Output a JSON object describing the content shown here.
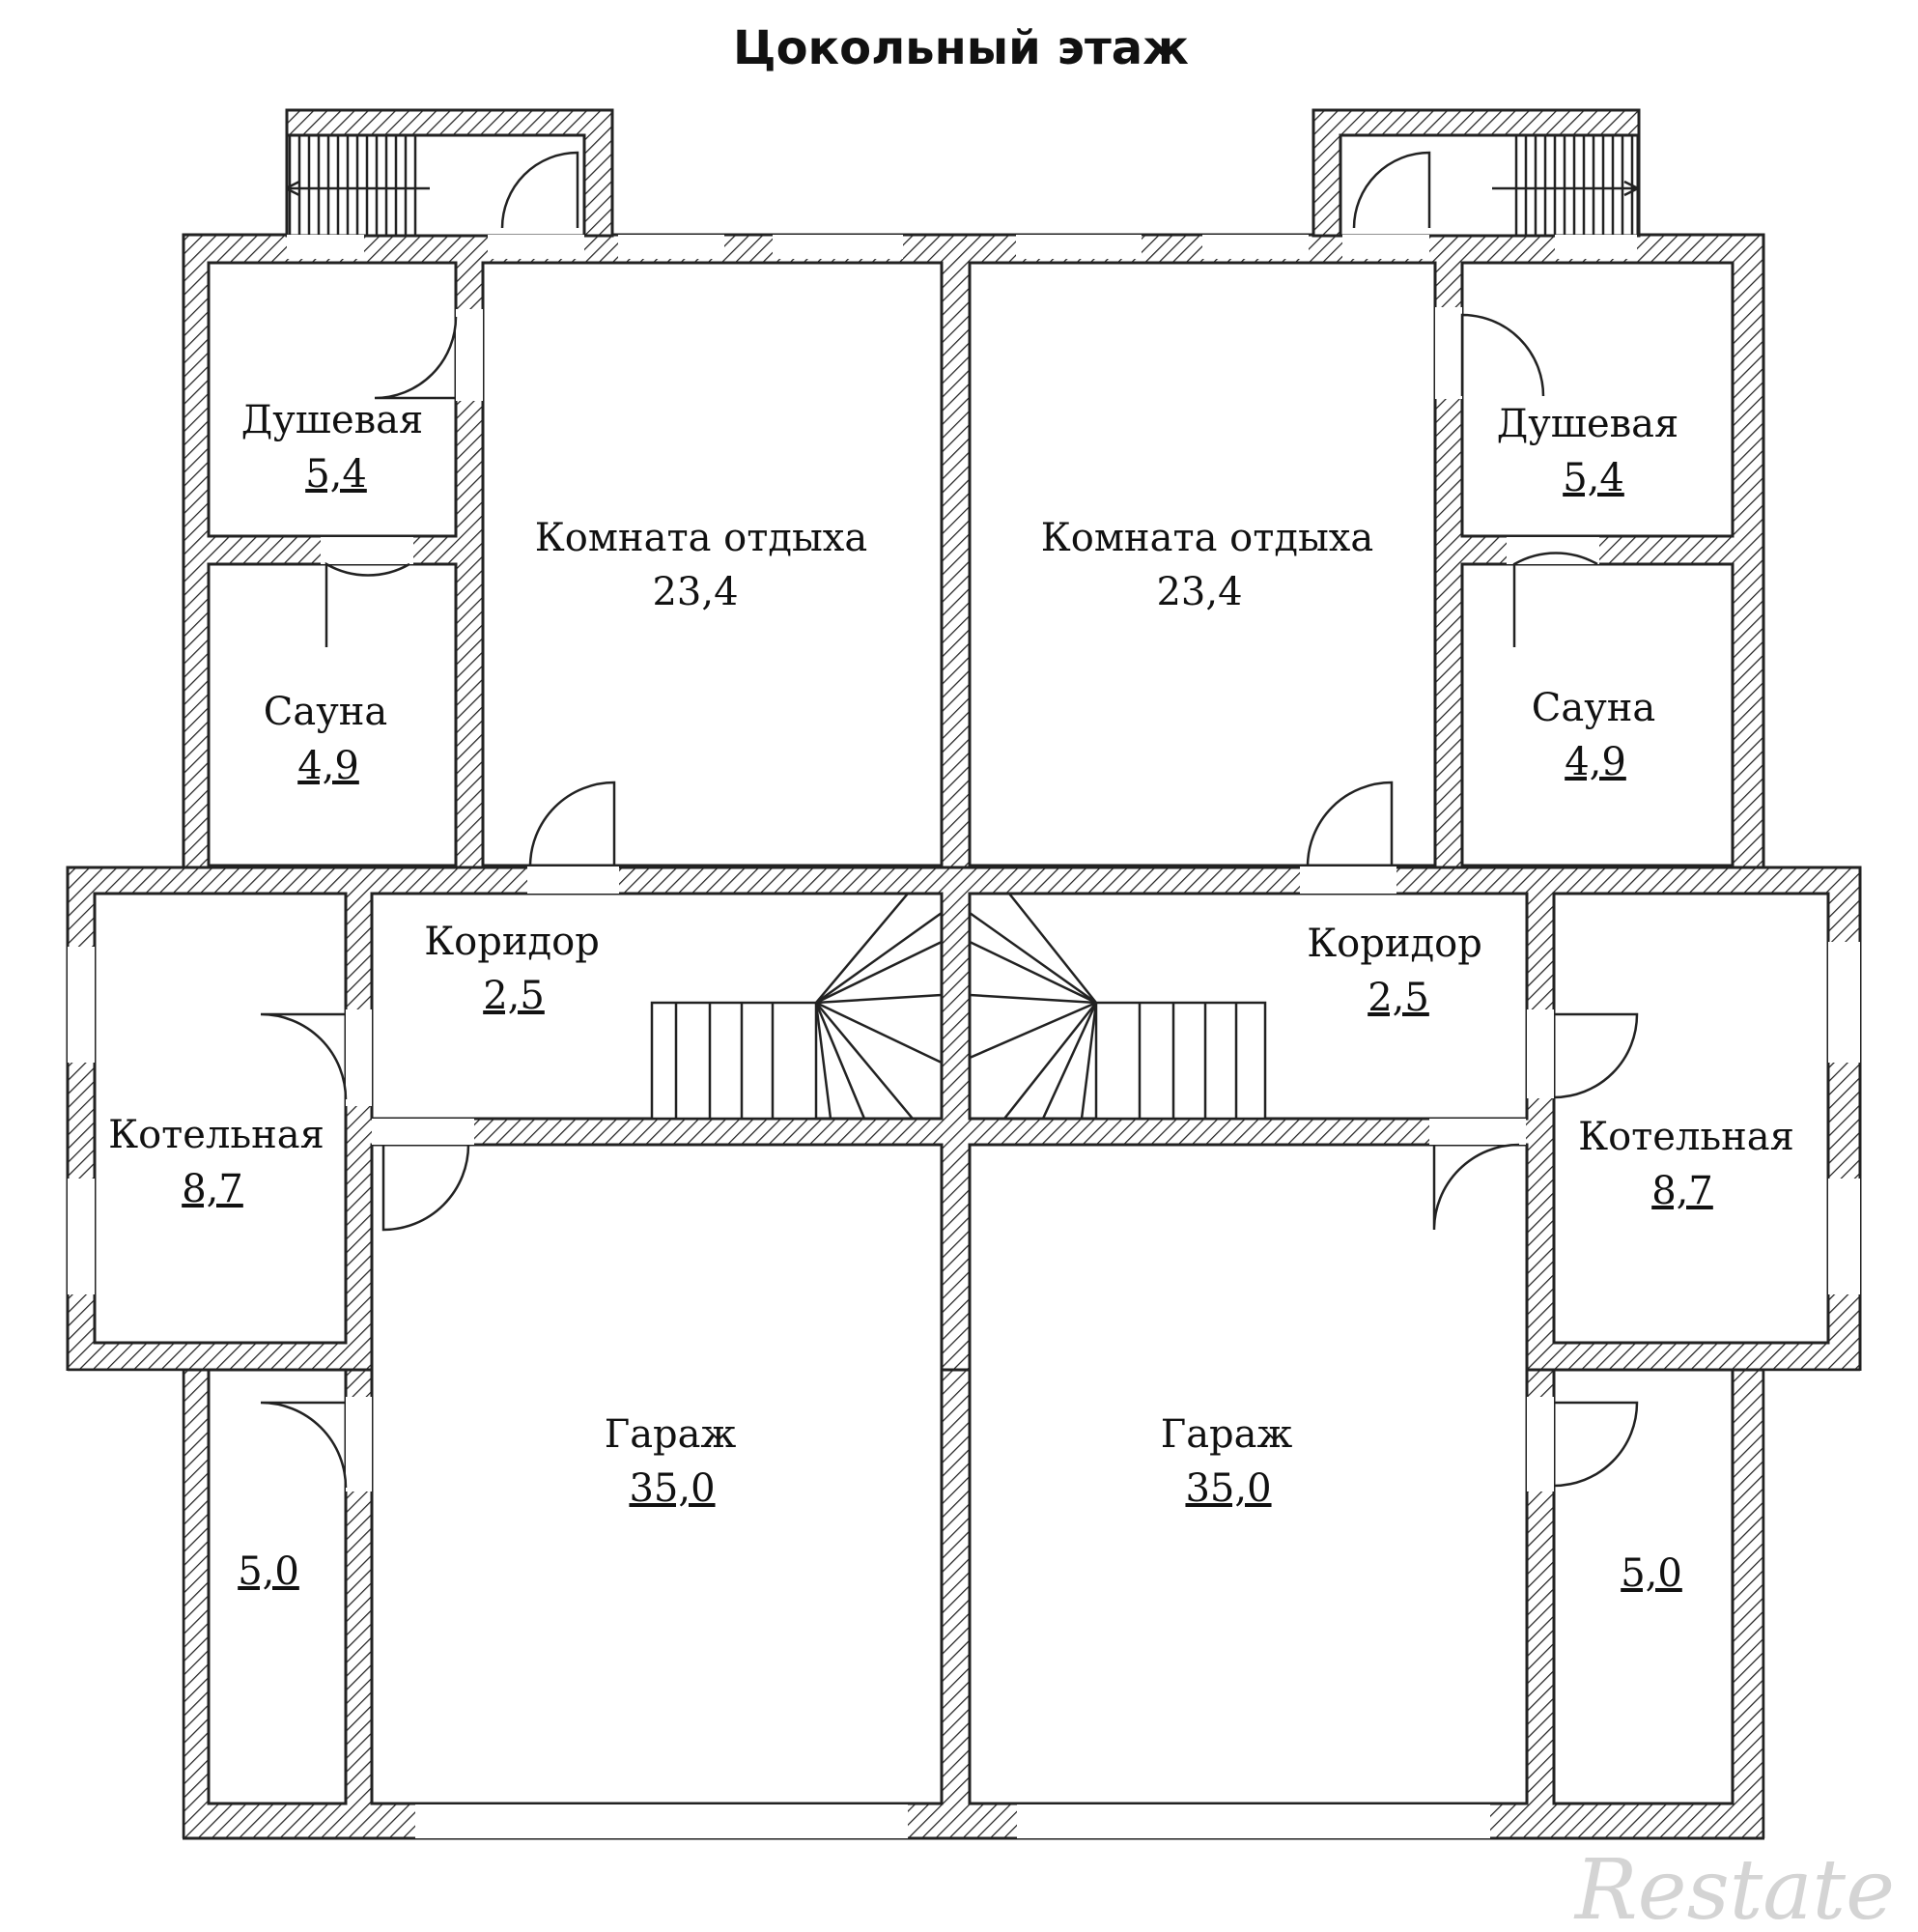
{
  "title": "Цокольный этаж",
  "watermark": "Restate",
  "rooms": {
    "shower_left": {
      "name": "Душевая",
      "area": "5,4"
    },
    "sauna_left": {
      "name": "Сауна",
      "area": "4,9"
    },
    "lounge_left": {
      "name": "Комната отдыха",
      "area": "23,4"
    },
    "lounge_right": {
      "name": "Комната отдыха",
      "area": "23,4"
    },
    "shower_right": {
      "name": "Душевая",
      "area": "5,4"
    },
    "sauna_right": {
      "name": "Сауна",
      "area": "4,9"
    },
    "corridor_left": {
      "name": "Коридор",
      "area": "2,5"
    },
    "corridor_right": {
      "name": "Коридор",
      "area": "2,5"
    },
    "boiler_left": {
      "name": "Котельная",
      "area": "8,7"
    },
    "boiler_right": {
      "name": "Котельная",
      "area": "8,7"
    },
    "garage_left": {
      "name": "Гараж",
      "area": "35,0"
    },
    "garage_right": {
      "name": "Гараж",
      "area": "35,0"
    },
    "storage_left": {
      "area": "5,0"
    },
    "storage_right": {
      "area": "5,0"
    }
  },
  "colors": {
    "wall_line": "#222222",
    "hatch": "#222222",
    "background": "#ffffff",
    "watermark": "#d4d4d4"
  }
}
